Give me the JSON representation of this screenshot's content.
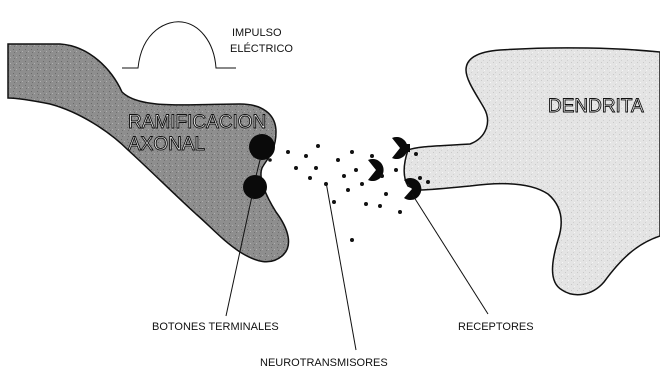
{
  "labels": {
    "impulse_line1": "IMPULSO",
    "impulse_line2": "ELÉCTRICO",
    "axon_line1": "RAMIFICACION",
    "axon_line2": "AXONAL",
    "dendrite": "DENDRITA",
    "terminal_buttons": "BOTONES TERMINALES",
    "neurotransmitters": "NEUROTRANSMISORES",
    "receptors": "RECEPTORES"
  },
  "colors": {
    "axon_fill": "#8c8c8c",
    "dendrite_fill": "#e6e6e6",
    "outline": "#111111",
    "text": "#111111"
  }
}
